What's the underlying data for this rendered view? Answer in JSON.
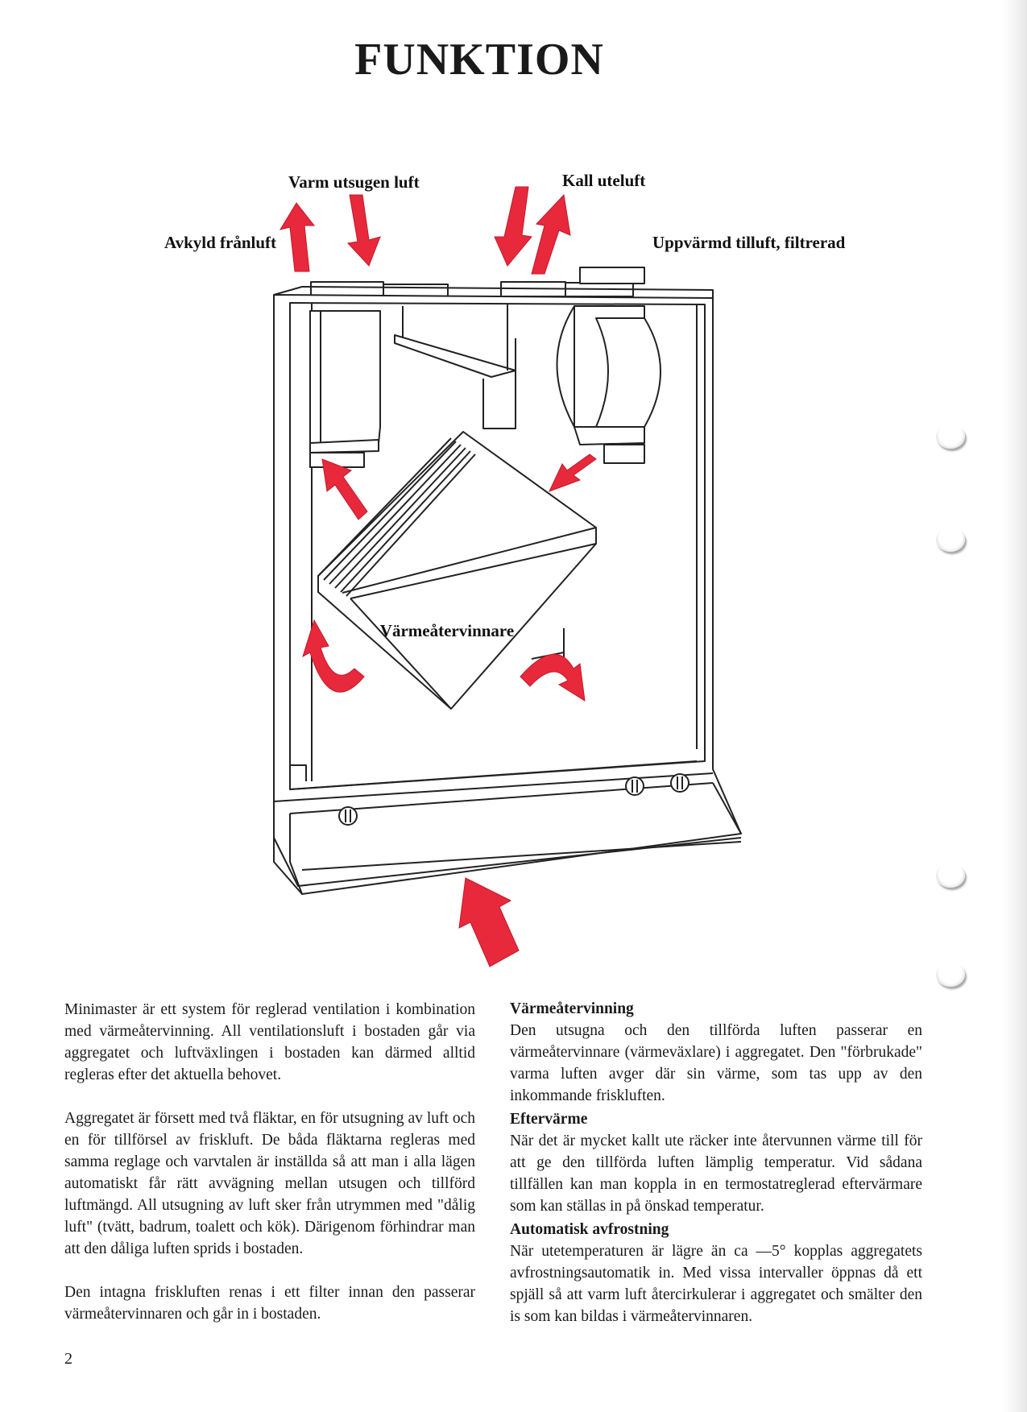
{
  "title": "FUNKTION",
  "diagram": {
    "labels": {
      "warm_exhaust": "Varm utsugen luft",
      "cold_outdoor": "Kall uteluft",
      "cooled_exhaust": "Avkyld frånluft",
      "heated_supply": "Uppvärmd tilluft, filtrerad",
      "heat_exchanger": "Värmeåtervinnare"
    },
    "arrow_color": "#e8293b"
  },
  "left_column": {
    "paragraphs": [
      "Minimaster är ett system för reglerad ventilation i kombination med värmeåtervinning. All ventilationsluft i bostaden går via aggregatet och luftväxlingen i bostaden kan därmed alltid regleras efter det aktuella behovet.",
      "Aggregatet är försett med två fläktar, en för utsugning av luft och en för tillförsel av friskluft. De båda fläktarna regleras med samma reglage och varvtalen är inställda så att man i alla lägen automatiskt får rätt avvägning mellan utsugen och tillförd luftmängd. All utsugning av luft sker från utrymmen med \"dålig luft\" (tvätt, badrum, toalett och kök). Därigenom förhindrar man att den dåliga luften sprids i bostaden.",
      "Den intagna friskluften renas i ett filter innan den passerar värmeåtervinnaren och går in i bostaden."
    ]
  },
  "right_column": {
    "sections": [
      {
        "heading": "Värmeåtervinning",
        "text": "Den utsugna och den tillförda luften passerar en värmeåtervinnare (värmeväxlare) i aggregatet. Den \"förbrukade\" varma luften avger där sin värme, som tas upp av den inkommande friskluften."
      },
      {
        "heading": "Eftervärme",
        "text": "När det är mycket kallt ute räcker inte återvunnen värme till för att ge den tillförda luften lämplig temperatur. Vid sådana tillfällen kan man koppla in en termostatreglerad eftervärmare som kan ställas in på önskad temperatur."
      },
      {
        "heading": "Automatisk avfrostning",
        "text": "När utetemperaturen är lägre än ca —5° kopplas aggregatets avfrostningsautomatik in. Med vissa intervaller öppnas då ett spjäll så att varm luft återcirkulerar i aggregatet och smälter den is som kan bildas i värmeåtervinnaren."
      }
    ]
  },
  "page_number": "2"
}
